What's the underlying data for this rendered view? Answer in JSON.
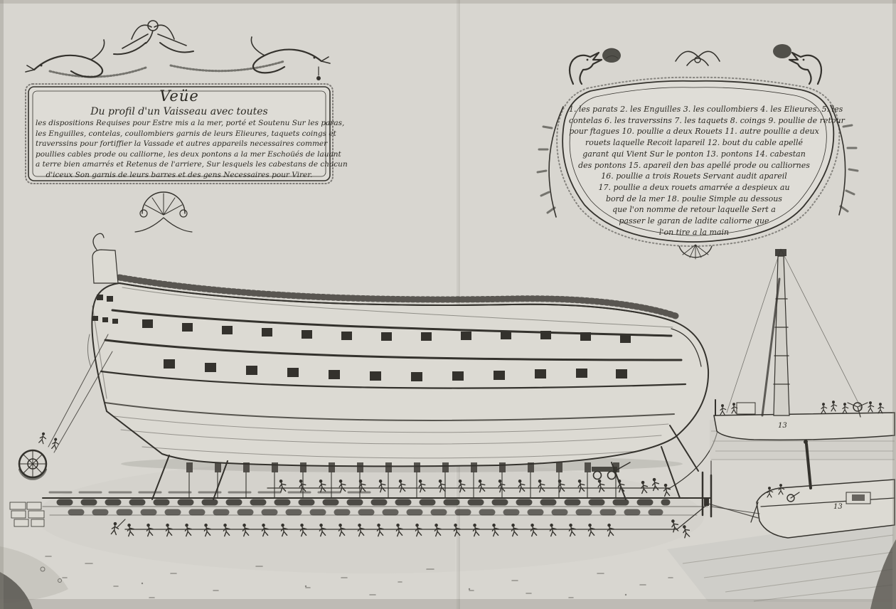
{
  "left_cartouche": {
    "title": "Veüe",
    "subtitle": "Du profil d'un Vaisseau avec toutes",
    "lines": [
      "les dispositions Requises pour Estre mis a la mer, porté et Soutenu Sur les paras,",
      "les Enguilles, contelas, coullombiers garnis de leurs Elieures, taquets coings et",
      "traverssins pour fortiffier la Vassade et autres appareils necessaires commer",
      "poullies cables prode ou calliorne, les deux pontons a la mer Eschoüés de lauant",
      "a terre bien amarrés et Retenus de l'arriere, Sur lesquels les cabestans de chacun",
      "d'iceux Son garnis de leurs barres et des gens Necessaires pour Virer."
    ]
  },
  "right_cartouche": {
    "lines": [
      "1. les parats 2. les Enguilles 3. les coullombiers 4. les Elieures. 5. les",
      "contelas 6. les traverssins 7. les taquets 8. coings 9. poullie de retour",
      "pour ftagues 10. poullie a deux Rouets 11. autre poullie a deux",
      "rouets laquelle Recoit lapareil 12. bout du cable apellé",
      "garant qui Vient Sur le ponton 13. pontons 14. cabestan",
      "des pontons 15. apareil den bas apellé prode ou calliornes",
      "16. poullie a trois Rouets Servant audit apareil",
      "17. poullie a deux rouets amarrée a despieux au",
      "bord de la mer 18. poulie Simple au dessous",
      "que l'on nomme de retour laquelle Sert a",
      "passer le garan de ladite caliorne que",
      "l'on tire a la main"
    ]
  },
  "labels": {
    "pontoon_upper": "13",
    "barge_lower": "13"
  },
  "colors": {
    "paper": "#d8d6d0",
    "ink": "#34322d"
  }
}
